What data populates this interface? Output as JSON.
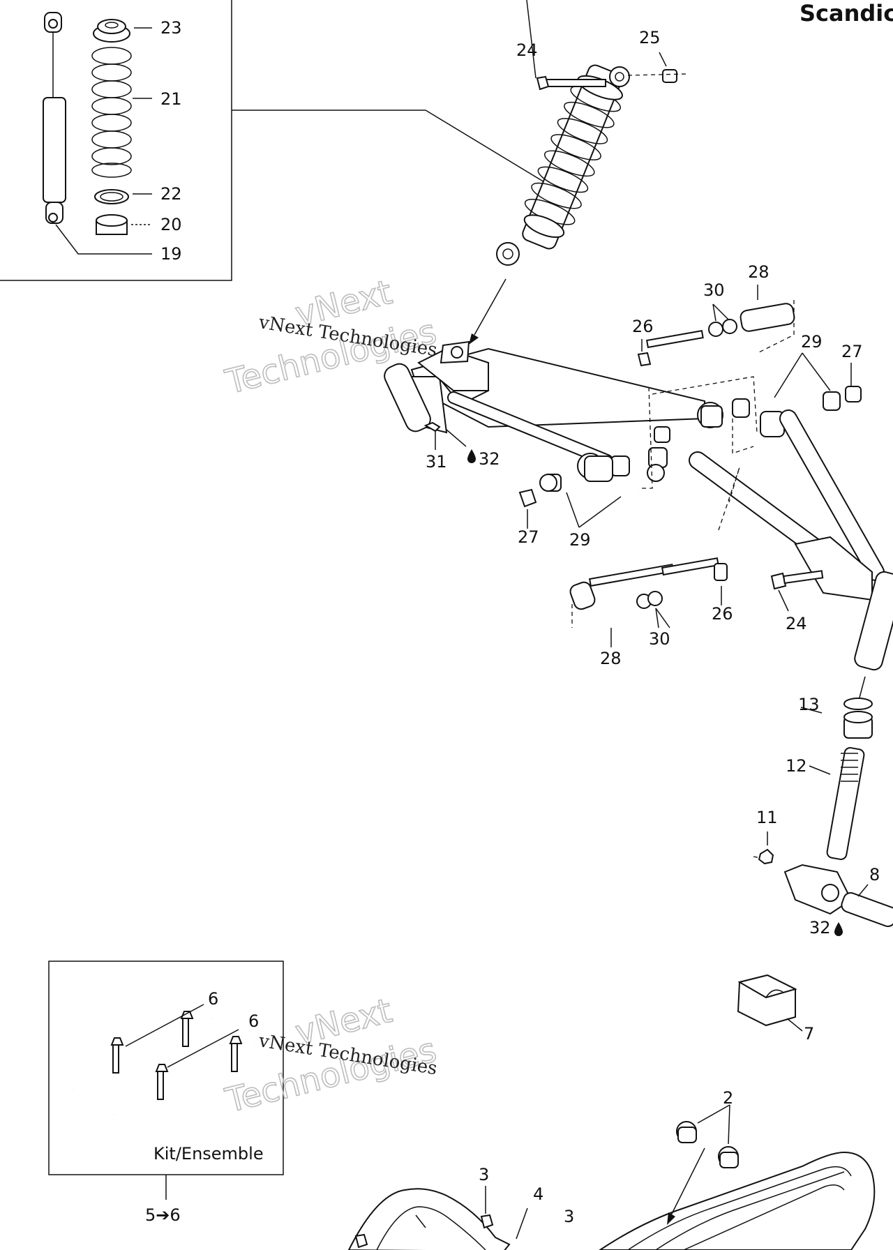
{
  "title": "Scandic",
  "kit_label": "Kit/Ensemble",
  "kit_range": "5➔6",
  "watermark": {
    "line1": "vNext",
    "line2": "Technologies",
    "caption": "vNext Technologies"
  },
  "callouts": {
    "c2": "2",
    "c3a": "3",
    "c3b": "3",
    "c4": "4",
    "c6a": "6",
    "c6b": "6",
    "c7": "7",
    "c8": "8",
    "c11": "11",
    "c12": "12",
    "c13": "13",
    "c19": "19",
    "c20": "20",
    "c21": "21",
    "c22": "22",
    "c23": "23",
    "c24a": "24",
    "c24b": "24",
    "c25": "25",
    "c26a": "26",
    "c26b": "26",
    "c27a": "27",
    "c27b": "27",
    "c28a": "28",
    "c28b": "28",
    "c29a": "29",
    "c29b": "29",
    "c30a": "30",
    "c30b": "30",
    "c31": "31",
    "c32a": "32",
    "c32b": "32"
  }
}
